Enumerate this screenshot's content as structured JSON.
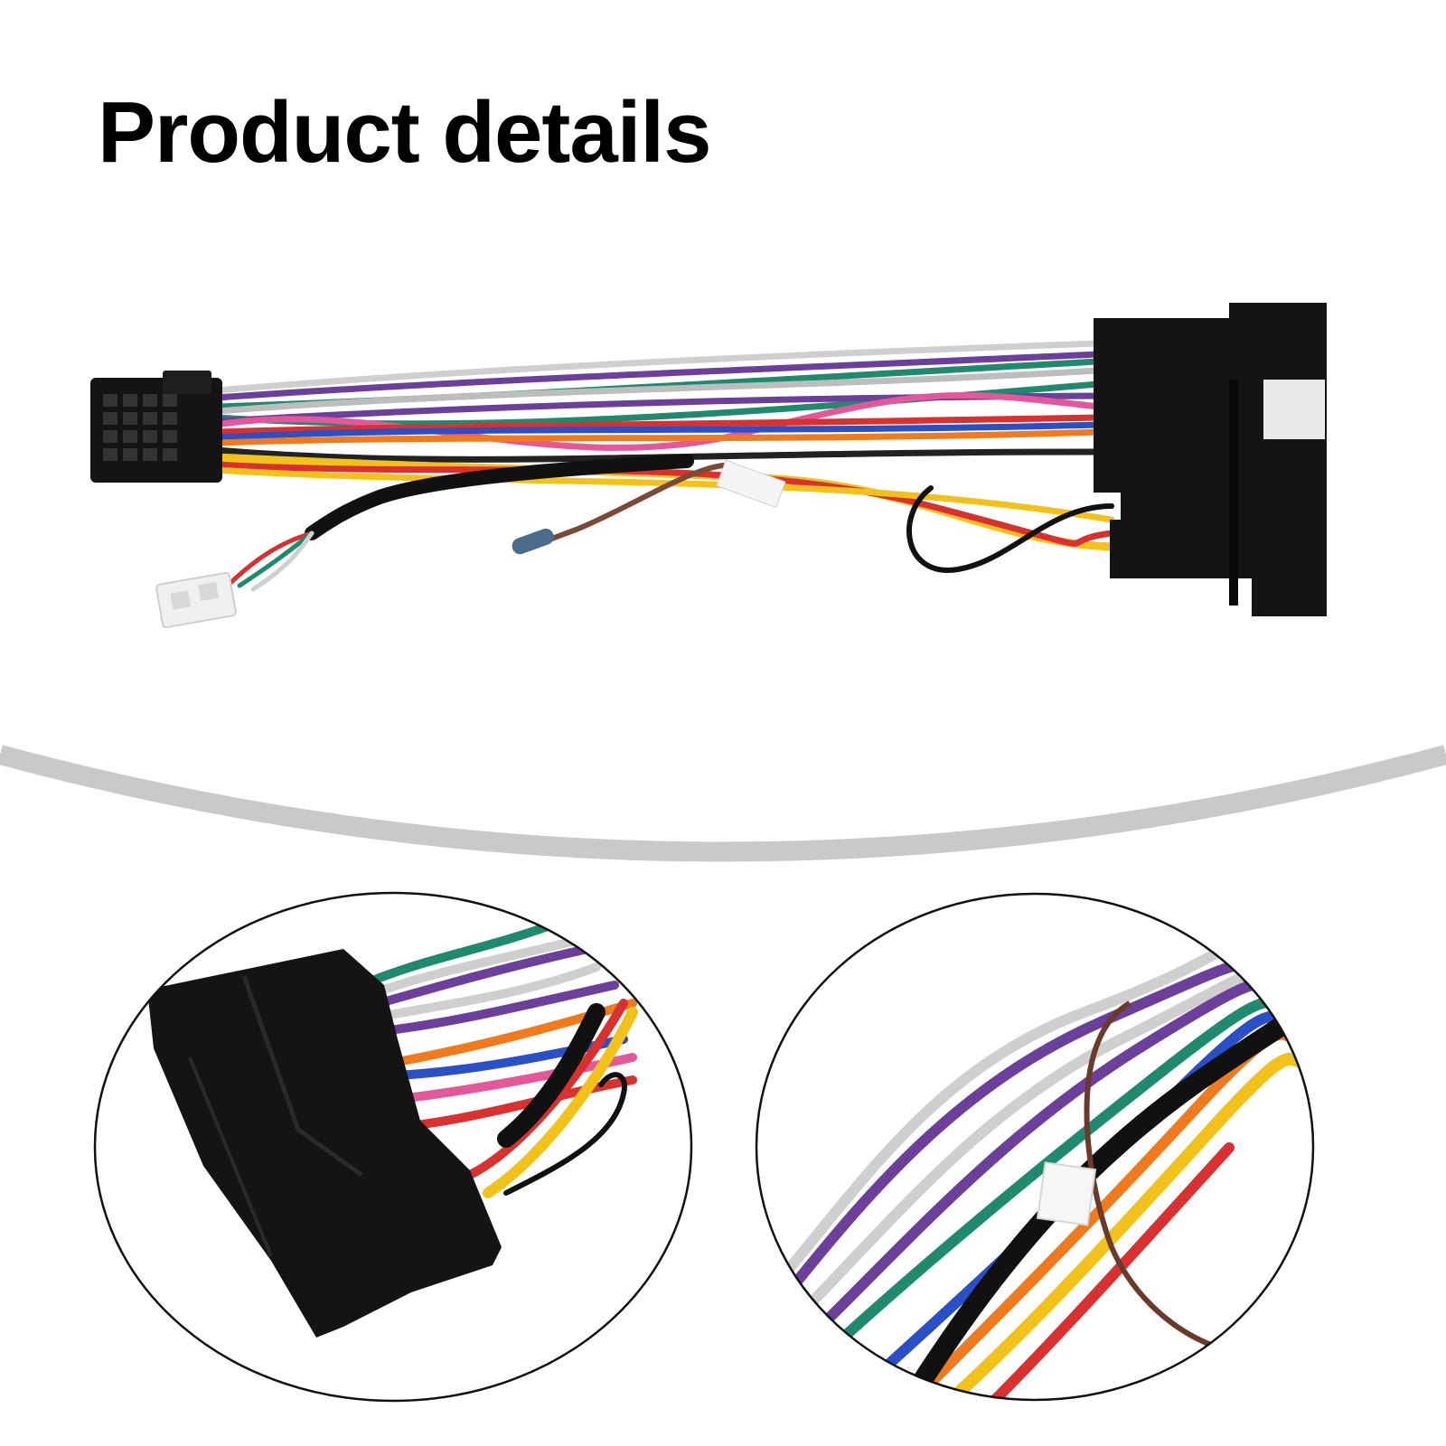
{
  "header": {
    "title": "Product details"
  },
  "colors": {
    "text": "#000000",
    "background": "#ffffff",
    "divider": "#c9c9c9",
    "connector": "#141414"
  },
  "images": {
    "main": "wiring-harness-adapter",
    "detail_left": "harness-connector-closeup",
    "detail_right": "harness-wires-closeup"
  }
}
